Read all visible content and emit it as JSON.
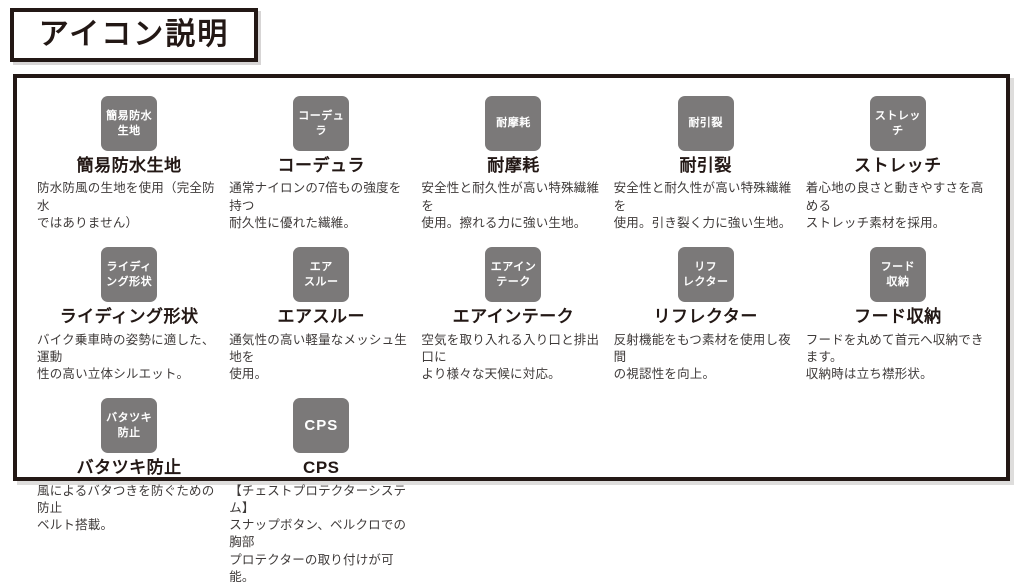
{
  "header": {
    "title": "アイコン説明"
  },
  "colors": {
    "border": "#231815",
    "icon_background": "#7b7979",
    "icon_text": "#ffffff",
    "title_text": "#231815",
    "description_text": "#3e3a39"
  },
  "items": [
    {
      "id": "simple-waterproof-fabric",
      "icon_label": "簡易防水\n生地",
      "title": "簡易防水生地",
      "description": "防水防風の生地を使用（完全防水\nではありません）"
    },
    {
      "id": "cordura",
      "icon_label": "コーデュラ",
      "title": "コーデュラ",
      "description": "通常ナイロンの7倍もの強度を持つ\n耐久性に優れた繊維。"
    },
    {
      "id": "abrasion-resistance",
      "icon_label": "耐摩耗",
      "title": "耐摩耗",
      "description": "安全性と耐久性が高い特殊繊維を\n使用。擦れる力に強い生地。"
    },
    {
      "id": "tear-resistance",
      "icon_label": "耐引裂",
      "title": "耐引裂",
      "description": "安全性と耐久性が高い特殊繊維を\n使用。引き裂く力に強い生地。"
    },
    {
      "id": "stretch",
      "icon_label": "ストレッチ",
      "title": "ストレッチ",
      "description": "着心地の良さと動きやすさを高める\nストレッチ素材を採用。"
    },
    {
      "id": "riding-form",
      "icon_label": "ライディ\nング形状",
      "title": "ライディング形状",
      "description": "バイク乗車時の姿勢に適した、運動\n性の高い立体シルエット。"
    },
    {
      "id": "air-through",
      "icon_label": "エア\nスルー",
      "title": "エアスルー",
      "description": "通気性の高い軽量なメッシュ生地を\n使用。"
    },
    {
      "id": "air-intake",
      "icon_label": "エアイン\nテーク",
      "title": "エアインテーク",
      "description": "空気を取り入れる入り口と排出口に\nより様々な天候に対応。"
    },
    {
      "id": "reflector",
      "icon_label": "リフ\nレクター",
      "title": "リフレクター",
      "description": "反射機能をもつ素材を使用し夜間\nの視認性を向上。"
    },
    {
      "id": "hood-storage",
      "icon_label": "フード\n収納",
      "title": "フード収納",
      "description": "フードを丸めて首元へ収納できます。\n収納時は立ち襟形状。"
    },
    {
      "id": "flap-prevention",
      "icon_label": "バタツキ\n防止",
      "title": "バタツキ防止",
      "description": "風によるバタつきを防ぐための防止\nベルト搭載。"
    },
    {
      "id": "cps",
      "icon_label": "CPS",
      "title": "CPS",
      "description": "【チェストプロテクターシステム】\nスナップボタン、ベルクロでの胸部\nプロテクターの取り付けが可能。"
    }
  ]
}
